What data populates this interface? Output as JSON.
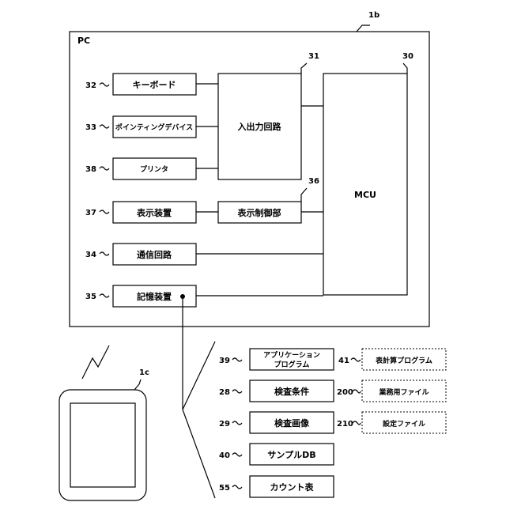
{
  "labels": {
    "pc": "PC",
    "ref_1b": "1b",
    "ref_1c": "1c",
    "keyboard": "キーボード",
    "pointing": "ポインティングデバイス",
    "printer": "プリンタ",
    "display": "表示装置",
    "comm": "通信回路",
    "storage": "記憶装置",
    "io": "入出力回路",
    "display_ctrl": "表示制御部",
    "mcu": "MCU",
    "app_line1": "アプリケーション",
    "app_line2": "プログラム",
    "cond": "検査条件",
    "image": "検査画像",
    "sampledb": "サンプルDB",
    "count": "カウント表",
    "spreadsheet": "表計算プログラム",
    "bizfile": "業務用ファイル",
    "setfile": "設定ファイル"
  },
  "refs": {
    "r32": "32",
    "r33": "33",
    "r38": "38",
    "r37": "37",
    "r34": "34",
    "r35": "35",
    "r31": "31",
    "r30": "30",
    "r36": "36",
    "r39": "39",
    "r28": "28",
    "r29": "29",
    "r40": "40",
    "r55": "55",
    "r41": "41",
    "r200": "200",
    "r210": "210"
  }
}
